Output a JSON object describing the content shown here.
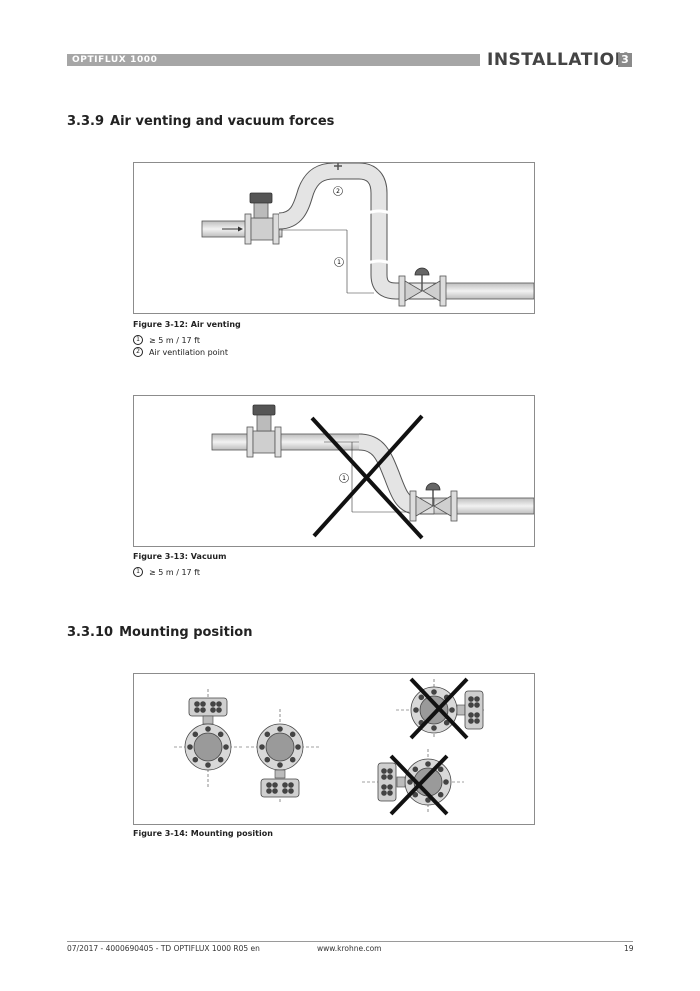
{
  "header": {
    "product": "OPTIFLUX 1000",
    "section": "INSTALLATION",
    "section_number": "3"
  },
  "sections": [
    {
      "number": "3.3.9",
      "title": "Air venting and vacuum forces"
    },
    {
      "number": "3.3.10",
      "title": "Mounting position"
    }
  ],
  "figures": {
    "fig1": {
      "caption": "Figure 3-12: Air venting",
      "callouts": [
        "1",
        "2"
      ],
      "legend": [
        {
          "marker": "1",
          "text": "≥ 5 m / 17 ft"
        },
        {
          "marker": "2",
          "text": "Air ventilation point"
        }
      ]
    },
    "fig2": {
      "caption": "Figure 3-13: Vacuum",
      "callouts": [
        "1"
      ],
      "legend": [
        {
          "marker": "1",
          "text": "≥ 5 m / 17 ft"
        }
      ]
    },
    "fig3": {
      "caption": "Figure 3-14: Mounting position"
    }
  },
  "footer": {
    "left": "07/2017 - 4000690405 - TD OPTIFLUX 1000 R05 en",
    "center": "www.krohne.com",
    "page": "19"
  }
}
